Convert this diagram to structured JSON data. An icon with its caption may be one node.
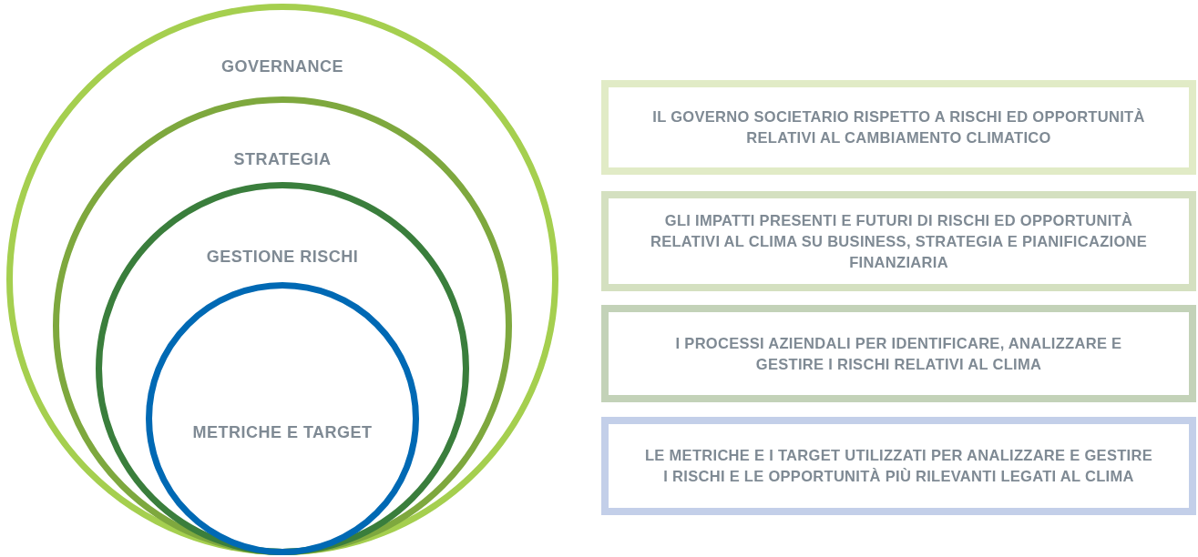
{
  "diagram": {
    "nodes": [
      {
        "text": [
          "GOVERNANCE"
        ]
      },
      {
        "text": [
          "STRATEGIA"
        ],
        "in": 0
      },
      {
        "text": [
          "GESTIONE RISCHI"
        ],
        "in": 1
      },
      {
        "text": [
          "METRICHE E TARGET"
        ],
        "in": 2
      },
      {
        "text": [
          "IL GOVERNO SOCIETARIO RISPETTO A RISCHI ED OPPORTUNITÀ RELATIVI AL CAMBIAMENTO CLIMATICO"
        ]
      },
      {
        "text": [
          "GLI IMPATTI PRESENTI E FUTURI DI RISCHI ED OPPORTUNITÀ RELATIVI AL CLIMA SU BUSINESS, STRATEGIA E PIANIFICAZIONE FINANZIARIA"
        ]
      },
      {
        "text": [
          "I PROCESSI AZIENDALI PER IDENTIFICARE, ANALIZZARE E GESTIRE I RISCHI RELATIVI AL CLIMA"
        ]
      },
      {
        "text": [
          "LE METRICHE E I TARGET UTILIZZATI PER ANALIZZARE E GESTIRE I RISCHI E LE OPPORTUNITÀ PIÙ RILEVANTI LEGATI AL CLIMA"
        ]
      }
    ],
    "edges": []
  }
}
